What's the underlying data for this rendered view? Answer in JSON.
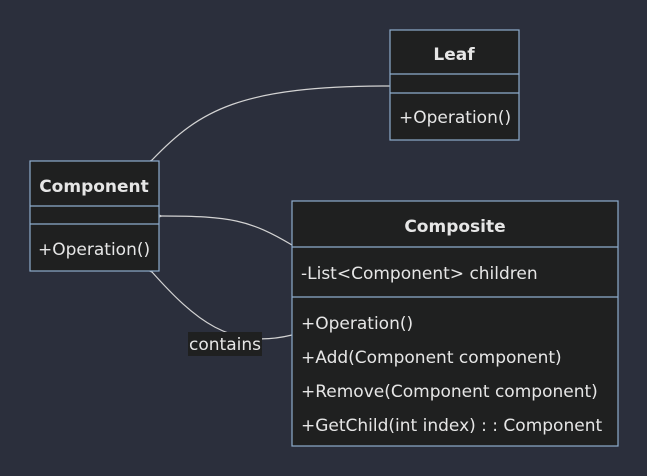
{
  "diagram": {
    "type": "uml-class-diagram",
    "colors": {
      "background": "#2b2f3c",
      "class_fill": "#1f2020",
      "class_border": "#8eaccc",
      "text": "#e6e6e6",
      "edge": "#d3d3d3",
      "label_bg": "#1f2020"
    },
    "classes": {
      "component": {
        "name": "Component",
        "attributes": [],
        "methods": [
          "+Operation()"
        ]
      },
      "leaf": {
        "name": "Leaf",
        "attributes": [],
        "methods": [
          "+Operation()"
        ]
      },
      "composite": {
        "name": "Composite",
        "attributes": [
          "-List<Component> children"
        ],
        "methods": [
          "+Operation()",
          "+Add(Component component)",
          "+Remove(Component component)",
          "+GetChild(int index) : : Component"
        ]
      }
    },
    "relations": [
      {
        "from": "Leaf",
        "to": "Component",
        "kind": "inheritance",
        "label": ""
      },
      {
        "from": "Composite",
        "to": "Component",
        "kind": "inheritance",
        "label": ""
      },
      {
        "from": "Composite",
        "to": "Component",
        "kind": "association",
        "label": "contains"
      }
    ]
  }
}
